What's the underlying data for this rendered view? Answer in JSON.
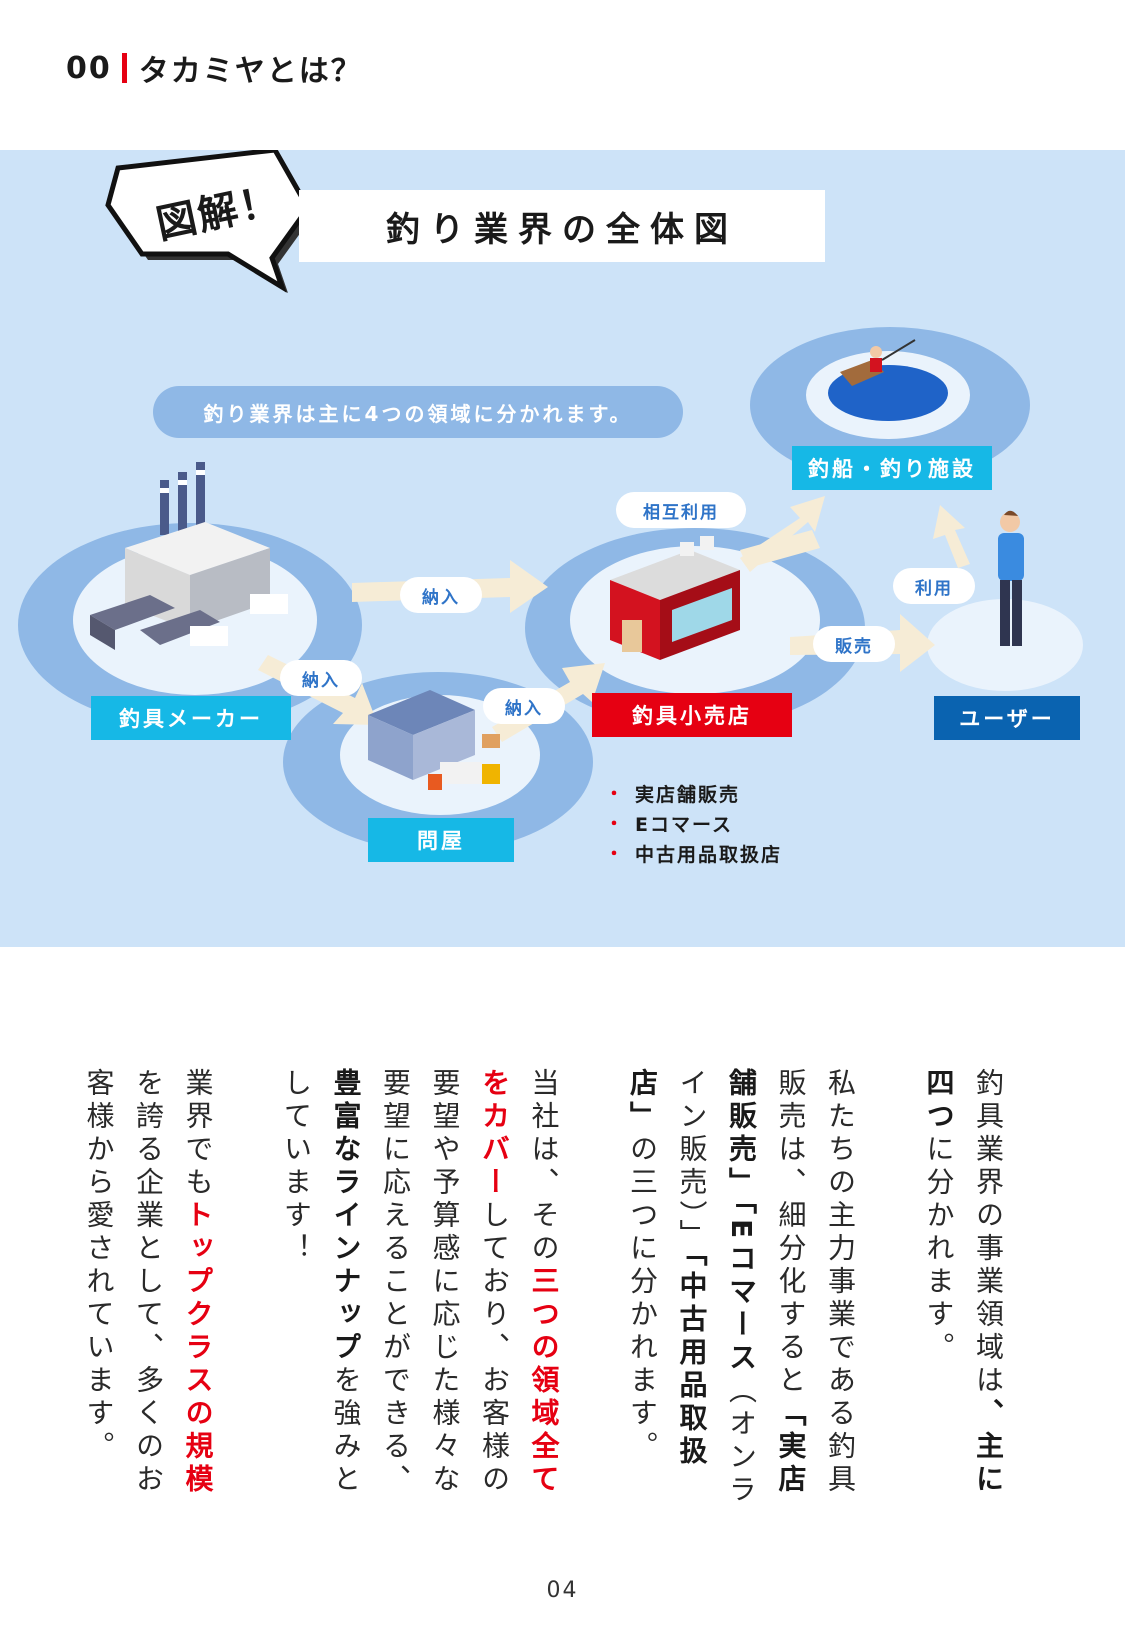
{
  "header": {
    "number": "00",
    "title": "タカミヤとは？"
  },
  "diagram": {
    "badge": "図解！",
    "title": "釣り業界の全体図",
    "subtitle": "釣り業界は主に4つの領域に分かれます。",
    "nodes": {
      "maker": "釣具メーカー",
      "wholesale": "問屋",
      "retail": "釣具小売店",
      "facility": "釣船・釣り施設",
      "user": "ユーザー"
    },
    "flows": {
      "maker_to_retail": "納入",
      "maker_to_wholesale": "納入",
      "wholesale_to_retail": "納入",
      "retail_to_user": "販売",
      "retail_facility_mutual": "相互利用",
      "user_to_facility": "利用"
    },
    "retail_channels": [
      "実店舗販売",
      "Eコマース",
      "中古用品取扱店"
    ],
    "colors": {
      "background": "#cde3f8",
      "maker": "#16b8e6",
      "wholesale": "#16b8e6",
      "retail": "#e60012",
      "facility": "#16b8e6",
      "user": "#0a63b0",
      "accent_red": "#e60012"
    }
  },
  "body": {
    "p1": {
      "t1": "釣具業界の事業領域は",
      "b1": "、主に四つ",
      "t2": "に分かれます。"
    },
    "p2": {
      "t1": "私たちの主力事業である釣具販売は、細分化すると",
      "b1": "「実店舗販売」「Eコマース",
      "t2": "（オンライン販売）」",
      "b2": "「中古用品取扱店」",
      "t3": "の三つに分かれます。"
    },
    "p3": {
      "t1": "当社は、その",
      "r1": "三つの領域全てをカバー",
      "t2": "しており、お客様の要望や予算感に応じた様々な要望に応えることができる、",
      "b1": "豊富なラインナップ",
      "t3": "を強みとしています！"
    },
    "p4": {
      "t1": "業界でも",
      "r1": "トップクラスの規模",
      "t2": "を誇る企業として、多くのお客様から愛されています。"
    }
  },
  "page_number": "04"
}
